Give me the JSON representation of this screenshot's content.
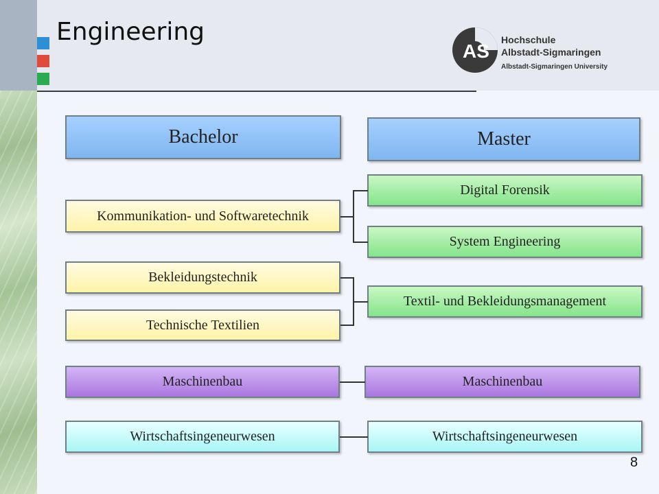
{
  "title": "Engineering",
  "logo": {
    "line1": "Hochschule",
    "line2": "Albstadt-Sigmaringen",
    "line3": "Albstadt-Sigmaringen University",
    "mark": "AS"
  },
  "columns": {
    "bachelor": "Bachelor",
    "master": "Master"
  },
  "bachelor_programs": [
    "Kommunikation- und Softwaretechnik",
    "Bekleidungstechnik",
    "Technische Textilien",
    "Maschinenbau",
    "Wirtschaftsingeneurwesen"
  ],
  "master_programs": [
    "Digital Forensik",
    "System Engineering",
    "Textil- und Bekleidungsmanagement",
    "Maschinenbau",
    "Wirtschaftsingeneurwesen"
  ],
  "page_number": "8",
  "colors": {
    "header_box": "#8cc0f5",
    "master_green": "#84e48a",
    "bachelor_yellow": "#fff3a8",
    "purple": "#a977e0",
    "cyan": "#a9f6f6"
  }
}
